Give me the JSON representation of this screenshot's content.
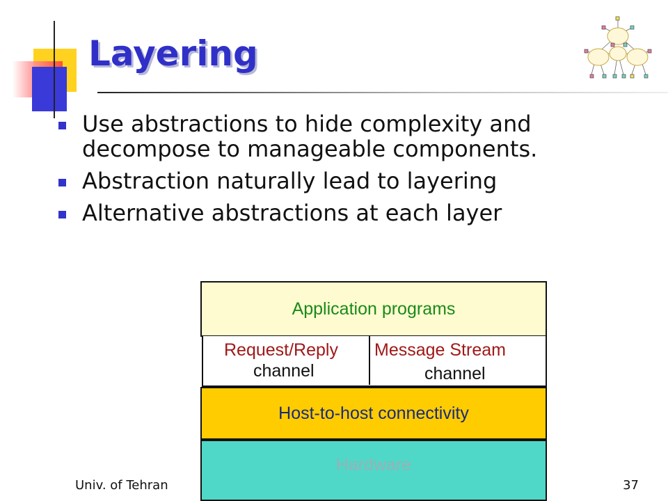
{
  "slide": {
    "title": "Layering",
    "bullets": [
      "Use abstractions to hide complexity and decompose to manageable components.",
      "Abstraction naturally lead to layering",
      "Alternative abstractions at each layer"
    ]
  },
  "diagram": {
    "application": "Application programs",
    "request_reply": {
      "title": "Request/Reply",
      "sub": "channel"
    },
    "message_stream": {
      "title": "Message Stream",
      "sub": "channel"
    },
    "host": "Host-to-host connectivity",
    "hardware": "Hardware"
  },
  "footer": {
    "left": "Univ. of Tehran",
    "page": "37"
  },
  "colors": {
    "title": "#3030c8",
    "bullet": "#3333cc",
    "application_fill": "#fffbd0",
    "host_fill": "#ffcc00",
    "hardware_fill": "#4fd8c8"
  },
  "icons": {
    "decoration": "network-cloud-icon"
  }
}
